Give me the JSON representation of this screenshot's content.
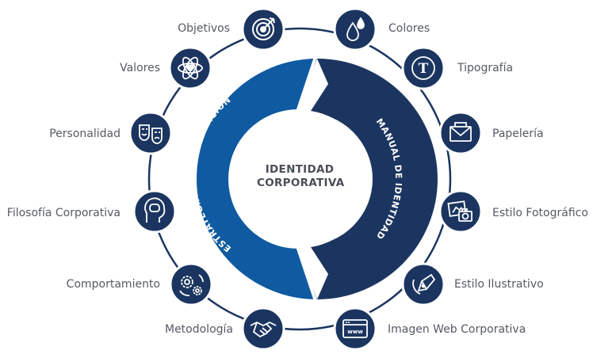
{
  "center": {
    "line1": "IDENTIDAD",
    "line2": "CORPORATIVA"
  },
  "arcs": {
    "left_label": "ESTRATEGIA DE COMUNICACIÓN",
    "right_label": "MANUAL DE IDENTIDAD"
  },
  "left_items": [
    {
      "label": "Objetivos",
      "icon": "target-icon"
    },
    {
      "label": "Valores",
      "icon": "atom-heart-icon"
    },
    {
      "label": "Personalidad",
      "icon": "theater-masks-icon"
    },
    {
      "label": "Filosofía Corporativa",
      "icon": "head-brain-icon"
    },
    {
      "label": "Comportamiento",
      "icon": "gears-icon"
    },
    {
      "label": "Metodología",
      "icon": "handshake-icon"
    }
  ],
  "right_items": [
    {
      "label": "Colores",
      "icon": "drops-icon"
    },
    {
      "label": "Tipografía",
      "icon": "typography-icon"
    },
    {
      "label": "Papelería",
      "icon": "envelope-icon"
    },
    {
      "label": "Estilo Fotográfico",
      "icon": "photo-camera-icon"
    },
    {
      "label": "Estilo Ilustrativo",
      "icon": "pen-nib-icon"
    },
    {
      "label": "Imagen Web Corporativa",
      "icon": "web-browser-icon"
    }
  ],
  "colors": {
    "left_arc": "#0f5aa0",
    "right_arc": "#1b3560",
    "icon_circle": "#1b3560",
    "ring": "#1b3560",
    "label_text": "#555a63",
    "center_text": "#4a4f57"
  }
}
